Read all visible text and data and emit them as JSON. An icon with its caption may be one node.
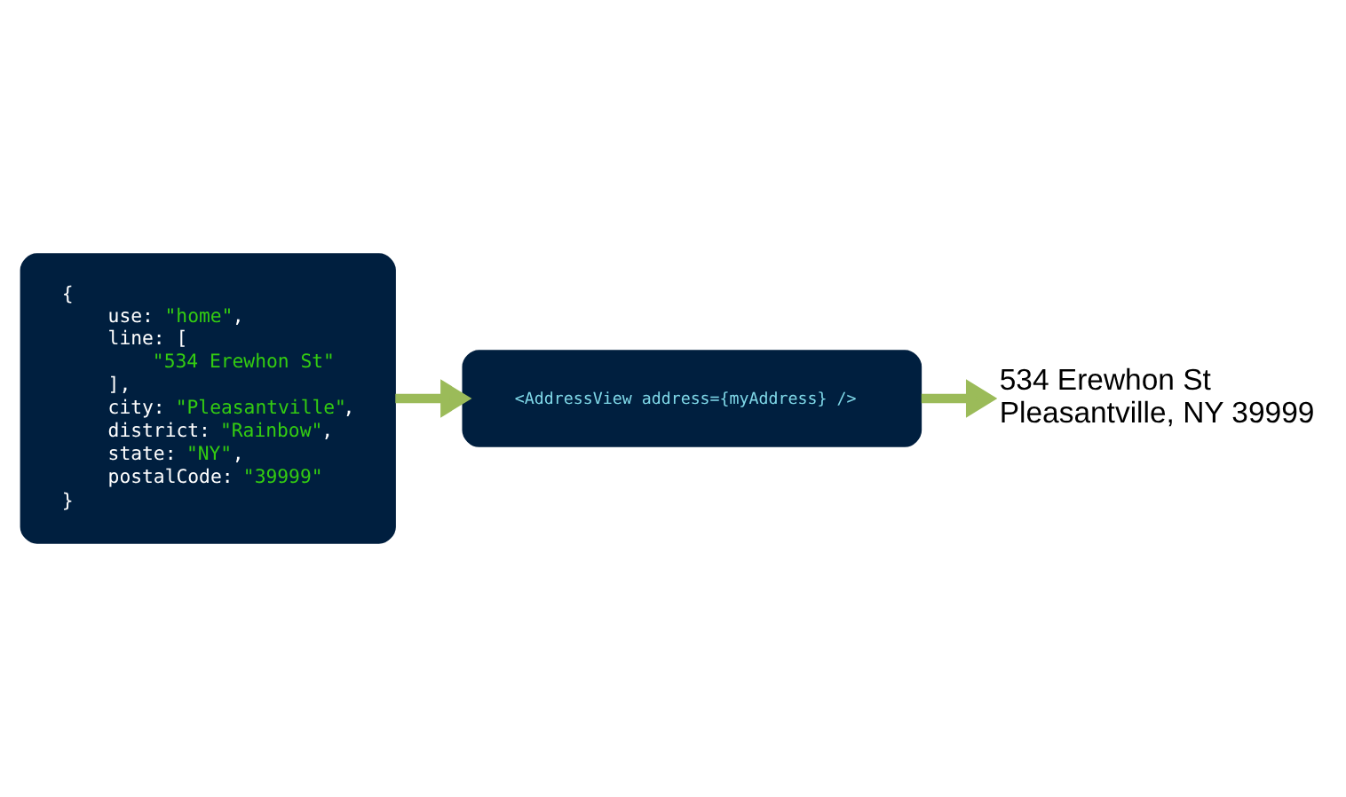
{
  "diagram": {
    "nodes": [
      {
        "text": [
          "{",
          "use: \"home\",",
          "line: [",
          "\"534 Erewhon St\"",
          "],",
          "city: \"Pleasantville\",",
          "district: \"Rainbow\",",
          "state: \"NY\",",
          "postalCode: \"39999\"",
          "}"
        ]
      },
      {
        "text": [
          "<AddressView address={myAddress} />"
        ]
      },
      {
        "text": [
          "534 Erewhon St",
          "Pleasantville, NY 39999"
        ]
      }
    ],
    "edges": [
      {
        "from": 0,
        "to": 1,
        "arrow": "to"
      },
      {
        "from": 1,
        "to": 2,
        "arrow": "to"
      }
    ]
  }
}
